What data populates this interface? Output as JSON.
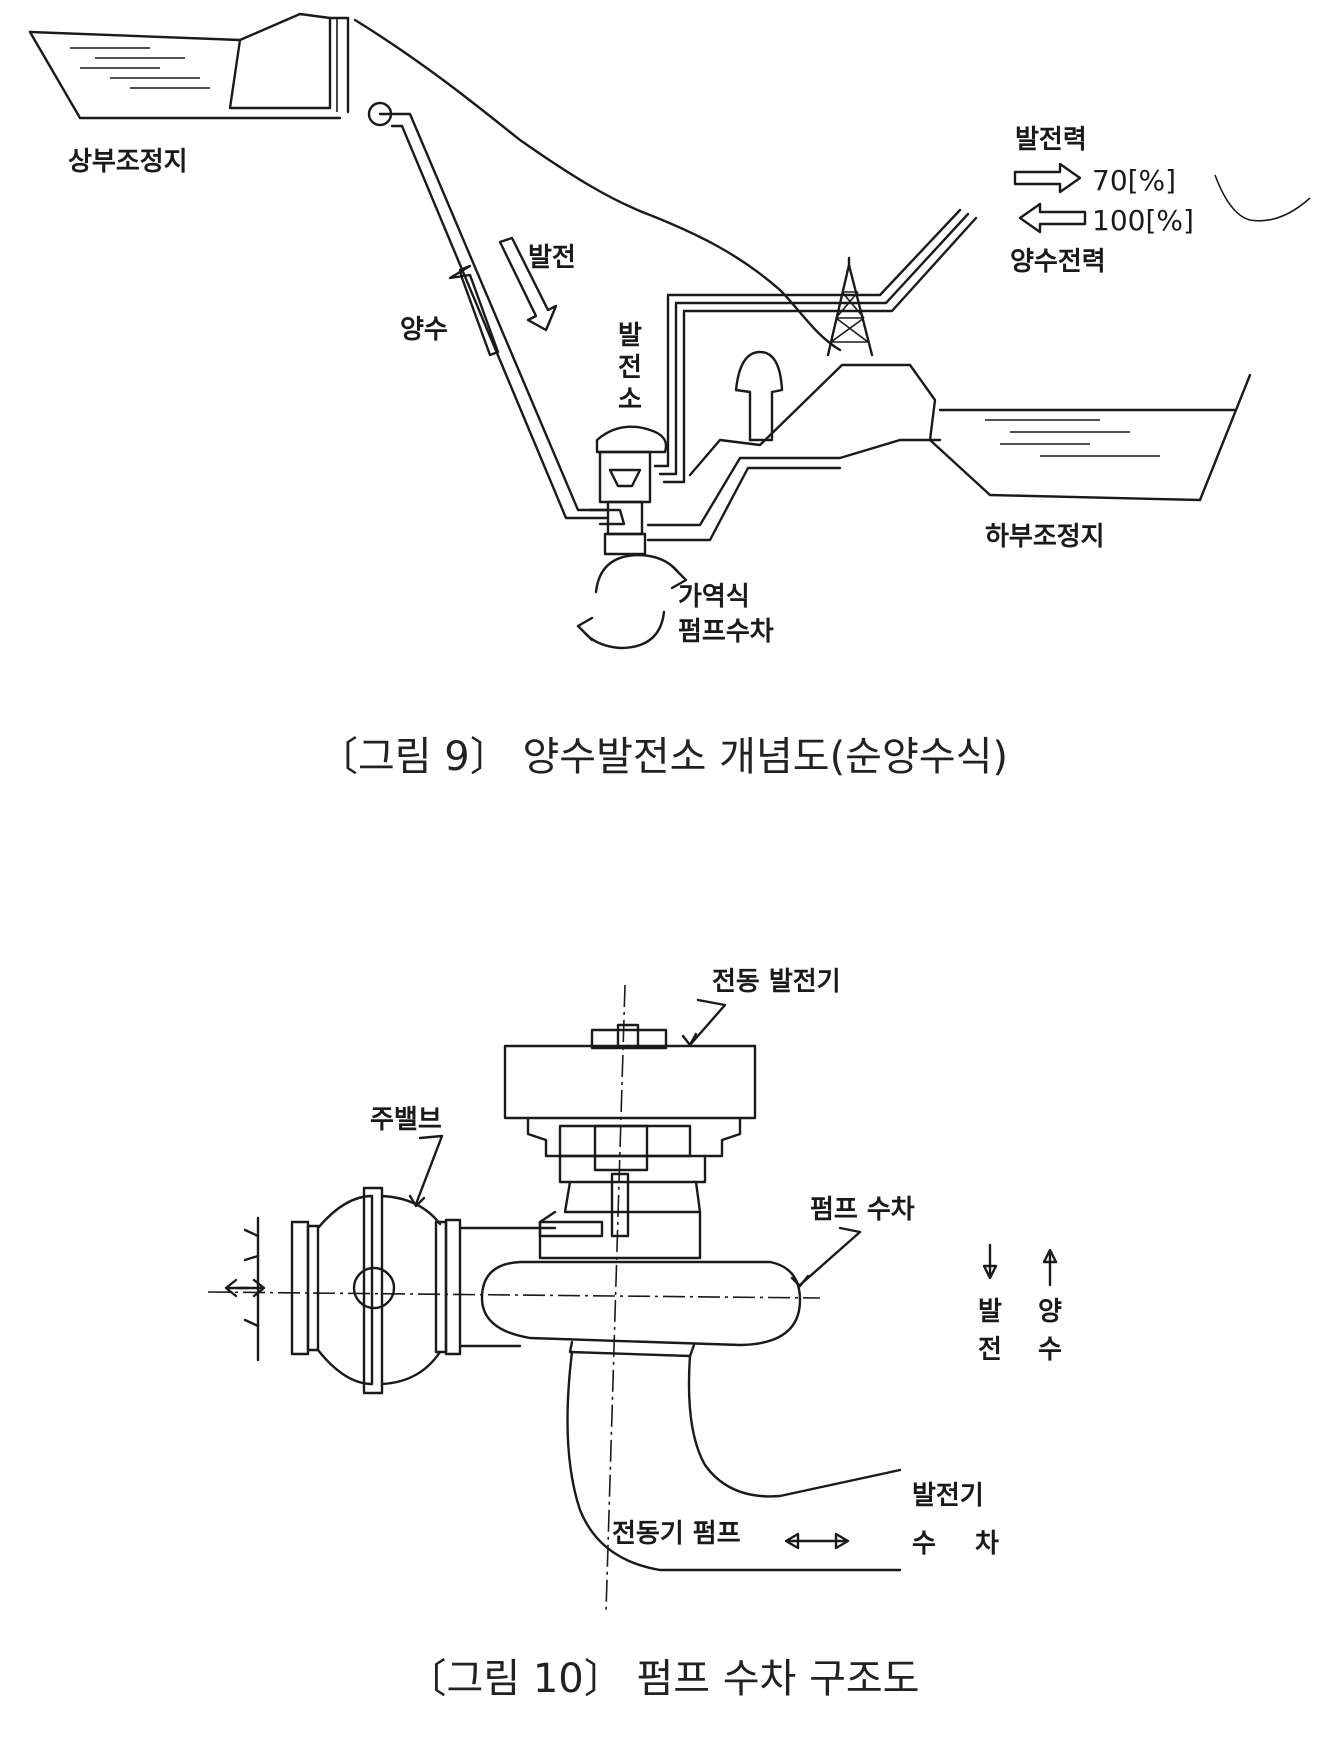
{
  "figure9": {
    "caption": "〔그림 9〕 양수발전소 개념도(순양수식)",
    "upper_reservoir": "상부조정지",
    "lower_reservoir": "하부조정지",
    "generation_arrow": "발전",
    "pumping_arrow": "양수",
    "power_station": [
      "발",
      "전",
      "소"
    ],
    "generating_power_label": "발전력",
    "generating_power_pct": "70[%]",
    "pumping_power_pct": "100[%]",
    "pumping_power_label": "양수전력",
    "reversible_turbine": [
      "가역식",
      "펌프수차"
    ]
  },
  "figure10": {
    "caption": "〔그림 10〕 펌프 수차 구조도",
    "motor_generator": "전동 발전기",
    "main_valve": "주밸브",
    "pump_turbine": "펌프 수차",
    "generation_dir": [
      "발",
      "전"
    ],
    "pumping_dir": [
      "양",
      "수"
    ],
    "motor_pump": "전동기 펌프",
    "generator_turbine": [
      "발전기",
      "수 차"
    ]
  }
}
